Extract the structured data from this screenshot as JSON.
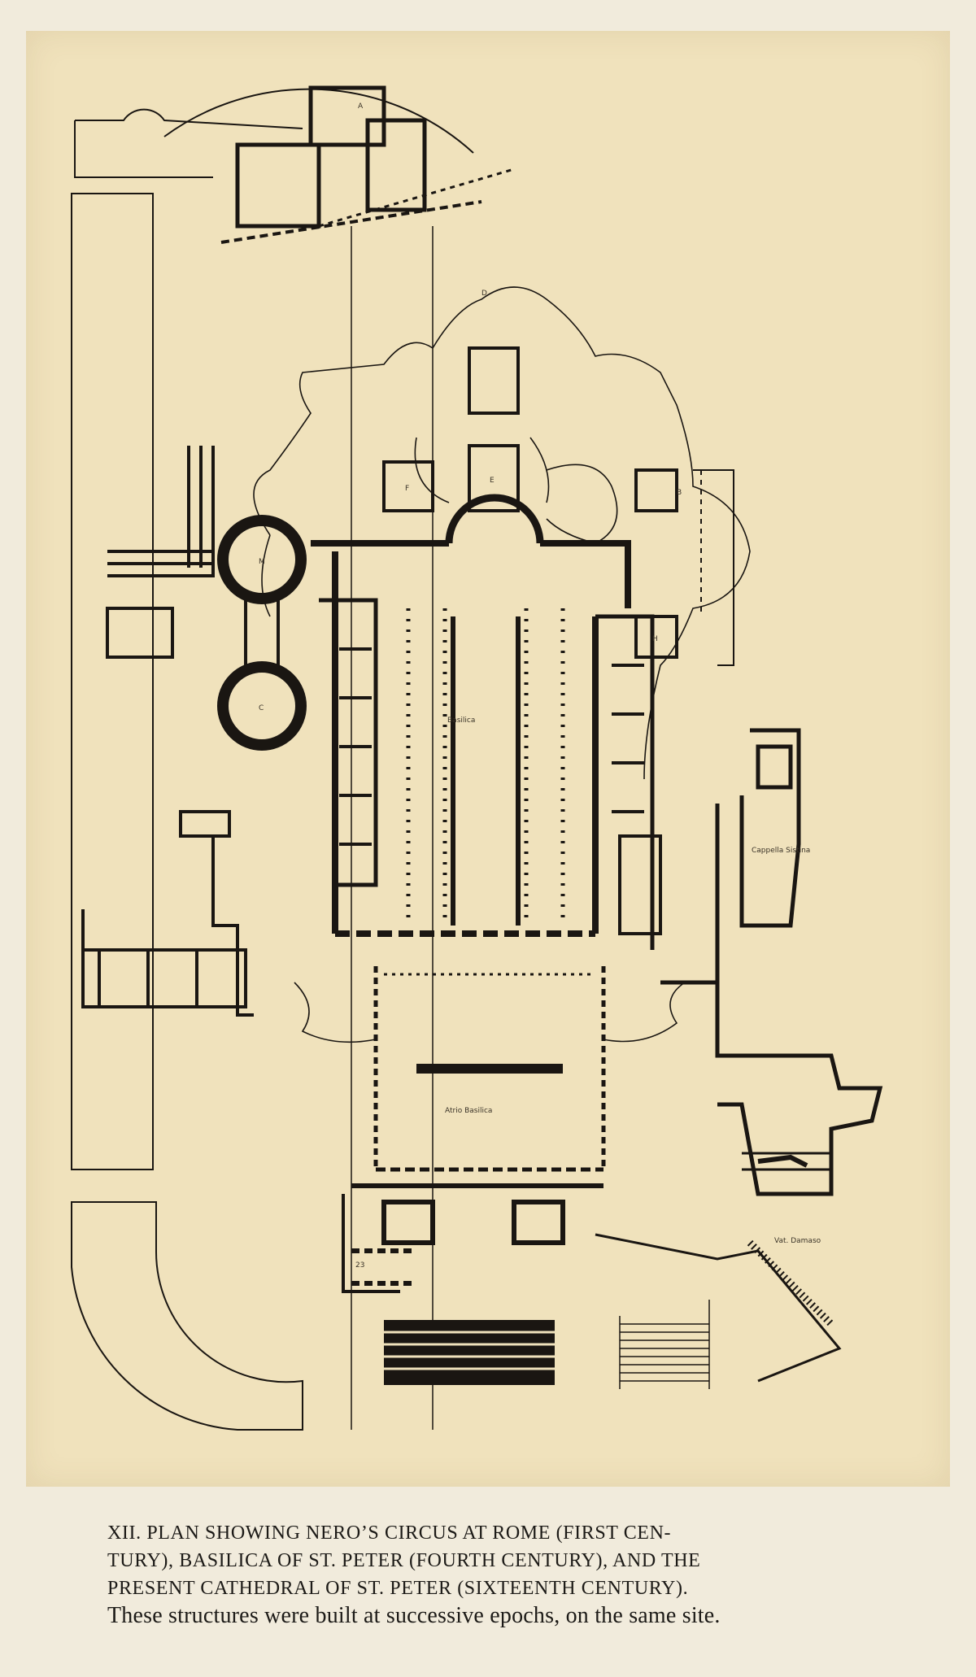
{
  "caption": {
    "line1": "XII.  PLAN SHOWING NERO’S CIRCUS AT ROME (FIRST CEN-",
    "line2": "TURY), BASILICA OF ST. PETER (FOURTH CENTURY), AND THE",
    "line3": "PRESENT CATHEDRAL OF ST. PETER (SIXTEENTH CENTURY).",
    "line4": "These structures were built at successive epochs, on the same site."
  },
  "plan_labels": {
    "basilica": "Basilica",
    "annex_right": "Cappella Sistina",
    "annex_bottom": "Atrio Basilica",
    "right_side": "Vat. Damaso",
    "marker_a": "A",
    "marker_b": "B",
    "marker_c": "C",
    "marker_d": "D",
    "marker_e": "E",
    "marker_f": "F",
    "marker_h": "H",
    "marker_m": "M",
    "marker_23": "23"
  },
  "colors": {
    "paper": "#f1ebdc",
    "plate": "#f0e2bc",
    "ink": "#1c1a17"
  }
}
